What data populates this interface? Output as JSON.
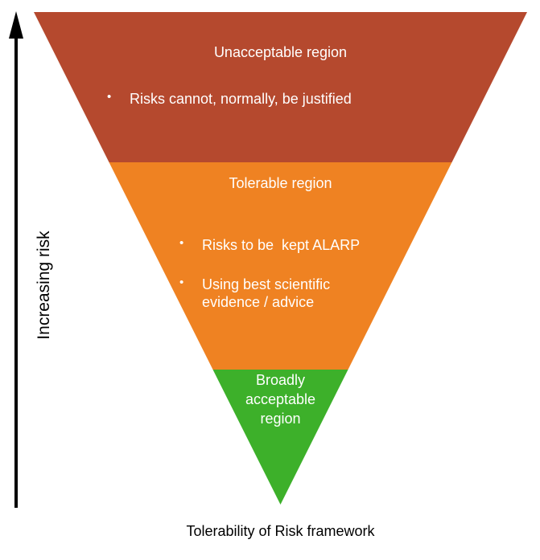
{
  "diagram": {
    "caption": "Tolerability of Risk framework",
    "axis": {
      "label": "Increasing risk"
    },
    "regions": {
      "unacceptable": {
        "title": "Unacceptable region",
        "bullets": [
          "Risks cannot, normally, be justified"
        ],
        "color": "#b5492e"
      },
      "tolerable": {
        "title": "Tolerable region",
        "bullets": [
          "Risks to be  kept ALARP",
          "Using best scientific evidence / advice"
        ],
        "color": "#ef8222"
      },
      "broadly_acceptable": {
        "title": "Broadly acceptable region",
        "color": "#3db02a"
      }
    },
    "colors": {
      "arrow": "#000000",
      "region_text": "#ffffff",
      "caption_text": "#000000"
    }
  }
}
